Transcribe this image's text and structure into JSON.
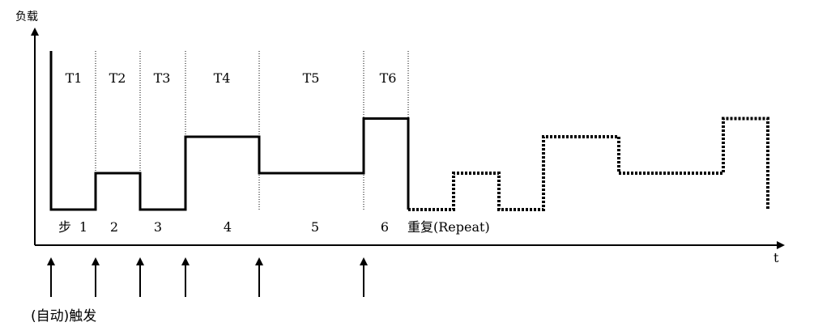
{
  "axes": {
    "y_label": "负载",
    "x_label": "t"
  },
  "periods": [
    "T1",
    "T2",
    "T3",
    "T4",
    "T5",
    "T6"
  ],
  "steps": {
    "prefix": "步",
    "labels": [
      "1",
      "2",
      "3",
      "4",
      "5",
      "6"
    ],
    "repeat_label": "重复(Repeat)"
  },
  "trigger_label": "(自动)触发",
  "load_levels": [
    1,
    3,
    1,
    5,
    3,
    6
  ],
  "repeat_levels": [
    1,
    3,
    1,
    5,
    3,
    6
  ]
}
